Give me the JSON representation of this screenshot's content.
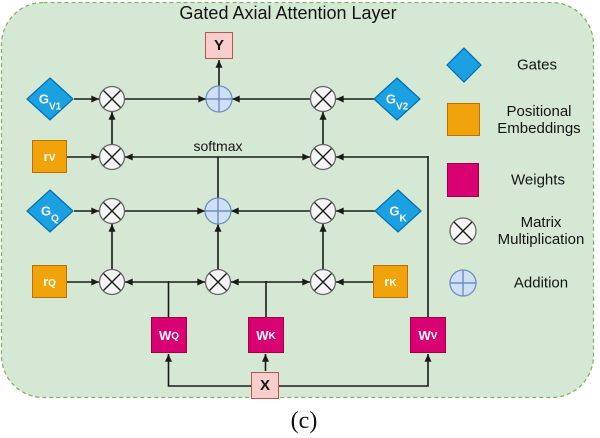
{
  "title": "Gated Axial Attention Layer",
  "caption": "(c)",
  "diagram": {
    "softmax_label": "softmax",
    "output_label": "Y",
    "input_label": "X",
    "gates": {
      "gv1": {
        "base": "G",
        "sub": "V1"
      },
      "gv2": {
        "base": "G",
        "sub": "V2"
      },
      "gq": {
        "base": "G",
        "sub": "Q"
      },
      "gk": {
        "base": "G",
        "sub": "K"
      }
    },
    "positional_embeddings": {
      "rv": {
        "base": "r",
        "sub": "V"
      },
      "rq": {
        "base": "r",
        "sub": "Q"
      },
      "rk": {
        "base": "r",
        "sub": "K"
      }
    },
    "weights": {
      "wq": {
        "base": "W",
        "sub": "Q"
      },
      "wk": {
        "base": "W",
        "sub": "K"
      },
      "wv": {
        "base": "W",
        "sub": "V"
      }
    }
  },
  "legend": {
    "gates": "Gates",
    "positional": "Positional Embeddings",
    "weights": "Weights",
    "matmul": "Matrix Multiplication",
    "addition": "Addition"
  },
  "colors": {
    "panel_bg": "#d5e8d4",
    "panel_border": "#82b366",
    "gate_fill": "#1ba1e2",
    "gate_border": "#006eaf",
    "pos_emb_fill": "#f0a30a",
    "pos_emb_border": "#bd7000",
    "weight_fill": "#d80073",
    "weight_border": "#a50040",
    "io_fill": "#f8cecc",
    "io_border": "#b85450",
    "matmul_fill": "#f5f5f5",
    "matmul_border": "#666666",
    "add_fill": "#cfe0f6",
    "add_border": "#6c8ebf",
    "edge": "#1a1a1a"
  }
}
